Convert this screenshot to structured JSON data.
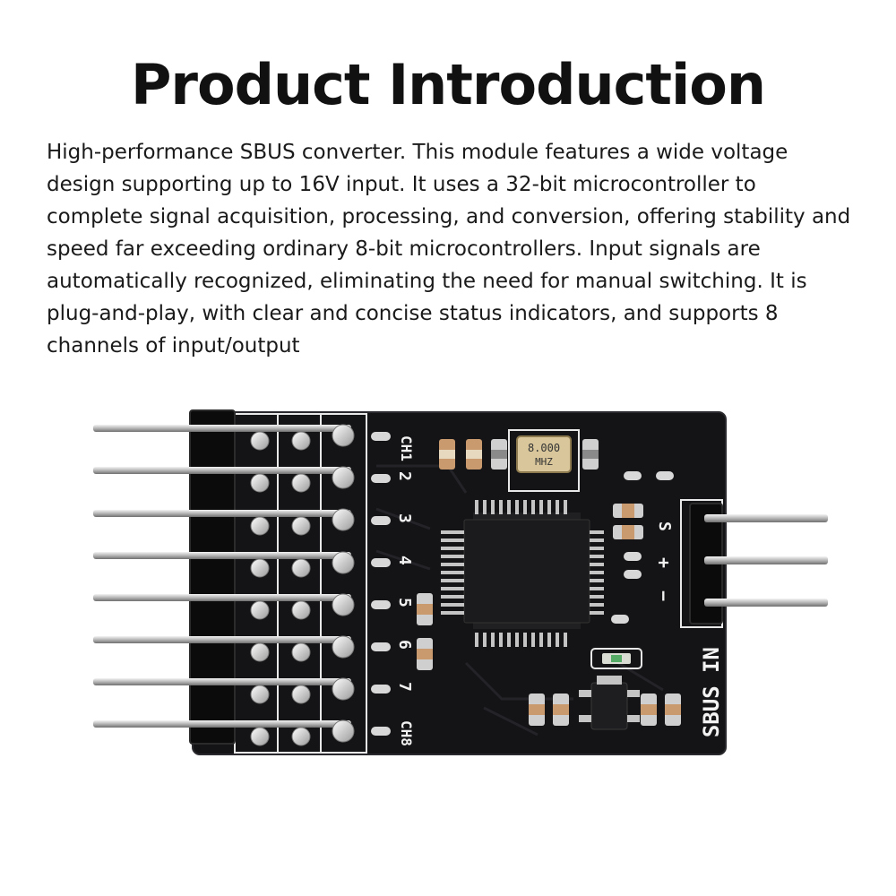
{
  "page": {
    "title": "Product Introduction",
    "description": "High-performance SBUS converter. This module features a wide voltage design supporting up to 16V input. It uses a 32-bit microcontroller to complete signal acquisition, processing, and conversion, offering stability and speed far exceeding ordinary 8-bit microcontrollers. Input signals are automatically recognized, eliminating the need for manual switching. It is plug-and-play, with clear and concise status indicators, and supports 8 channels of input/output"
  },
  "board": {
    "channel_labels": [
      "CH1",
      "2",
      "3",
      "4",
      "5",
      "6",
      "7",
      "CH8"
    ],
    "crystal_line1": "8.000",
    "crystal_line2": "MHZ",
    "sbus_label": "SBUS IN",
    "pin_labels": [
      "S",
      "+",
      "−"
    ]
  },
  "colors": {
    "pcb": "#141416",
    "silkscreen": "#f2f2f2",
    "pin_metal": "#c8c8c8"
  }
}
